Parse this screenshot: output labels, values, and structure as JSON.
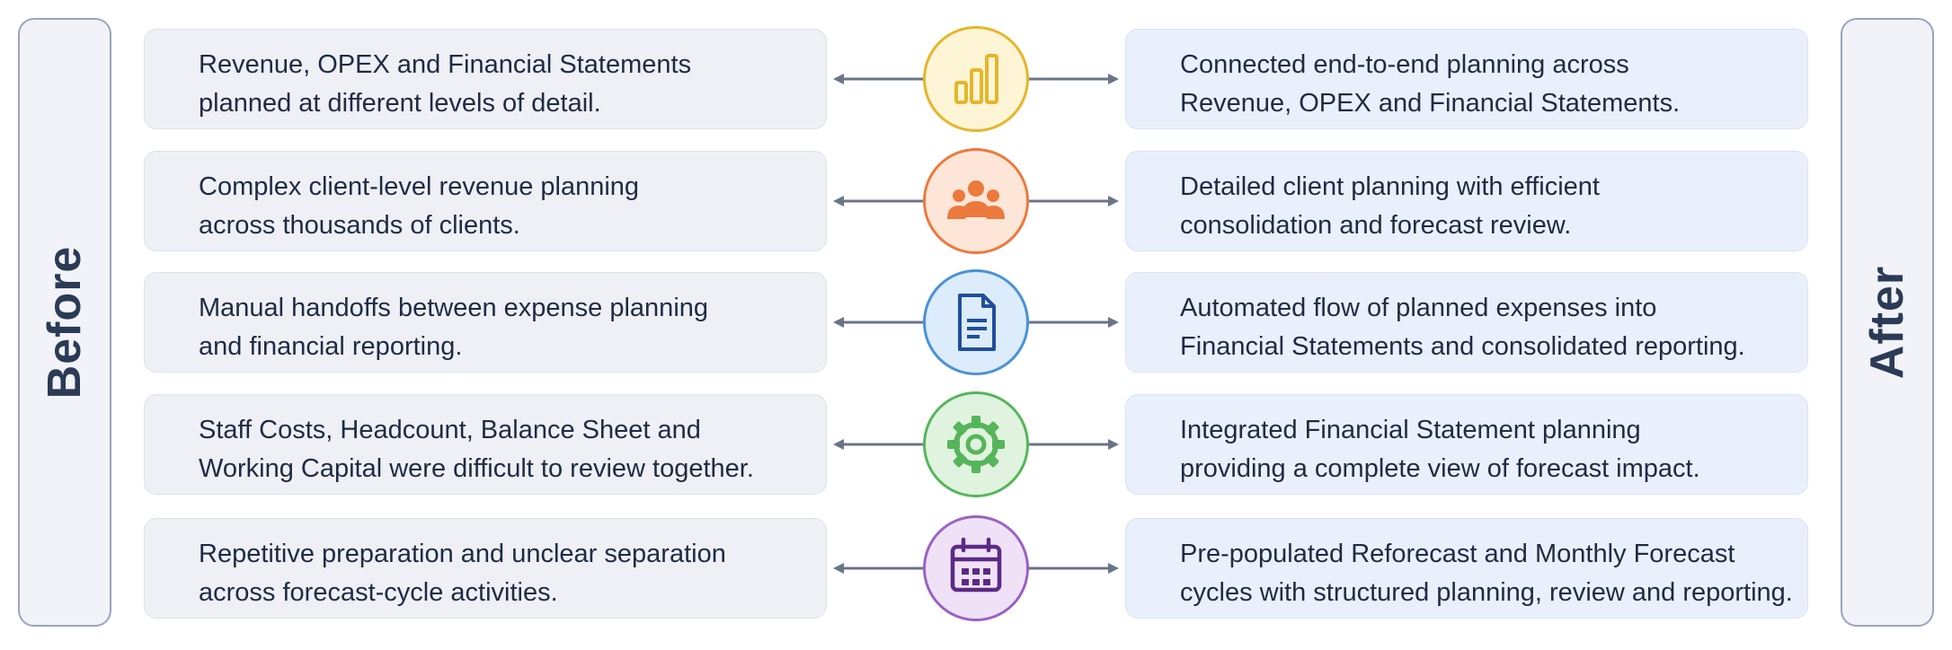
{
  "before_label": "Before",
  "after_label": "After",
  "rows": [
    {
      "icon": "bar-chart-icon",
      "color": "#e5b62a",
      "fill": "#fdf5d5",
      "before": [
        "Revenue, OPEX and Financial Statements",
        "planned at different levels of detail."
      ],
      "after": [
        "Connected end-to-end planning across",
        "Revenue, OPEX and Financial Statements."
      ]
    },
    {
      "icon": "users-group-icon",
      "color": "#ec7a3d",
      "fill": "#fde6d8",
      "before": [
        "Complex client-level revenue planning",
        "across thousands of clients."
      ],
      "after": [
        "Detailed client planning with efficient",
        "consolidation and forecast review."
      ]
    },
    {
      "icon": "document-icon",
      "color": "#4a91d6",
      "fill": "#dcecfb",
      "before": [
        "Manual handoffs between expense planning",
        "and financial reporting."
      ],
      "after": [
        "Automated flow of planned expenses into",
        "Financial Statements and consolidated reporting."
      ]
    },
    {
      "icon": "gear-icon",
      "color": "#56b55a",
      "fill": "#e0f3df",
      "before": [
        "Staff Costs, Headcount, Balance Sheet and",
        "Working Capital were difficult to review together."
      ],
      "after": [
        "Integrated Financial Statement planning",
        "providing a complete view of forecast impact."
      ]
    },
    {
      "icon": "calendar-icon",
      "color": "#9a62c4",
      "fill": "#efe2f7",
      "before": [
        "Repetitive preparation and unclear separation",
        "across forecast-cycle activities."
      ],
      "after": [
        "Pre-populated Reforecast and Monthly Forecast",
        "cycles with structured planning, review and reporting."
      ]
    }
  ]
}
